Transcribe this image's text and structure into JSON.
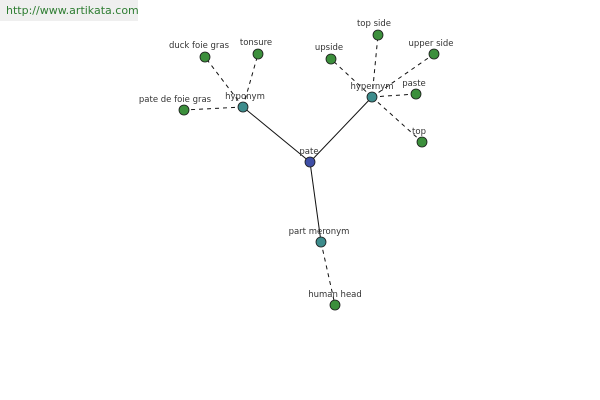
{
  "watermark": {
    "url": "http://www.artikata.com"
  },
  "colors": {
    "root_node": "#3f4fa6",
    "relation_node": "#3d8c8c",
    "word_node": "#3c8f3c",
    "edge": "#111111"
  },
  "graph": {
    "nodes": [
      {
        "id": "pate",
        "label": "pate",
        "kind": "root"
      },
      {
        "id": "hyponym",
        "label": "hyponym",
        "kind": "relation"
      },
      {
        "id": "hypernym",
        "label": "hypernym",
        "kind": "relation"
      },
      {
        "id": "part-meronym",
        "label": "part meronym",
        "kind": "relation"
      },
      {
        "id": "duck-foie-gras",
        "label": "duck foie gras",
        "kind": "word"
      },
      {
        "id": "tonsure",
        "label": "tonsure",
        "kind": "word"
      },
      {
        "id": "pate-de-foie-gras",
        "label": "pate de foie gras",
        "kind": "word"
      },
      {
        "id": "upside",
        "label": "upside",
        "kind": "word"
      },
      {
        "id": "top-side",
        "label": "top side",
        "kind": "word"
      },
      {
        "id": "upper-side",
        "label": "upper side",
        "kind": "word"
      },
      {
        "id": "paste",
        "label": "paste",
        "kind": "word"
      },
      {
        "id": "top",
        "label": "top",
        "kind": "word"
      },
      {
        "id": "human-head",
        "label": "human head",
        "kind": "word"
      }
    ],
    "edges": [
      {
        "from": "pate",
        "to": "hyponym",
        "style": "solid"
      },
      {
        "from": "pate",
        "to": "hypernym",
        "style": "solid"
      },
      {
        "from": "pate",
        "to": "part-meronym",
        "style": "solid"
      },
      {
        "from": "hyponym",
        "to": "duck-foie-gras",
        "style": "dashed"
      },
      {
        "from": "hyponym",
        "to": "tonsure",
        "style": "dashed"
      },
      {
        "from": "hyponym",
        "to": "pate-de-foie-gras",
        "style": "dashed"
      },
      {
        "from": "hypernym",
        "to": "upside",
        "style": "dashed"
      },
      {
        "from": "hypernym",
        "to": "top-side",
        "style": "dashed"
      },
      {
        "from": "hypernym",
        "to": "upper-side",
        "style": "dashed"
      },
      {
        "from": "hypernym",
        "to": "paste",
        "style": "dashed"
      },
      {
        "from": "hypernym",
        "to": "top",
        "style": "dashed"
      },
      {
        "from": "part-meronym",
        "to": "human-head",
        "style": "dashed"
      }
    ]
  }
}
